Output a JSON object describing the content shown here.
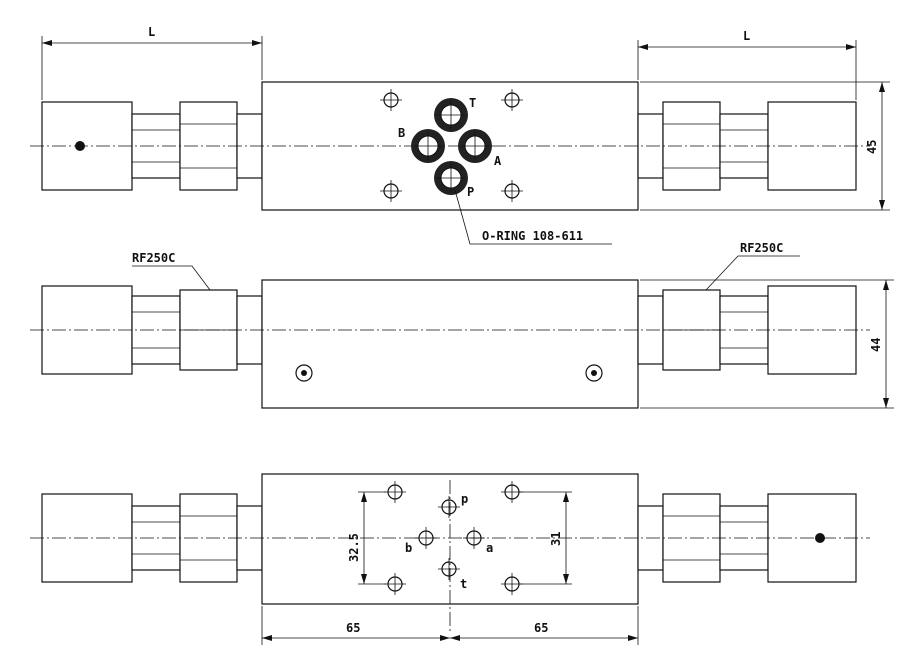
{
  "labels": {
    "dim_L_left": "L",
    "dim_L_right": "L",
    "dim_45": "45",
    "dim_44": "44",
    "dim_32_5": "32.5",
    "dim_31": "31",
    "dim_65_left": "65",
    "dim_65_right": "65",
    "oring": "O-RING 108-611",
    "rf_left": "RF250C",
    "rf_right": "RF250C",
    "port_T": "T",
    "port_B": "B",
    "port_A": "A",
    "port_P": "P",
    "port_p": "p",
    "port_b": "b",
    "port_a": "a",
    "port_t": "t"
  }
}
